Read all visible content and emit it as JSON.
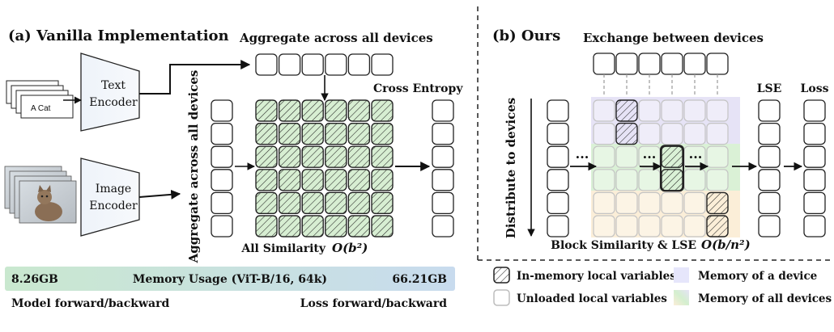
{
  "panel_a": {
    "title": "(a) Vanilla Implementation",
    "aggregate_top": "Aggregate across all devices",
    "aggregate_side": "Aggregate across all devices",
    "cross_entropy": "Cross Entropy",
    "text_encoder": [
      "Text",
      "Encoder"
    ],
    "image_encoder": [
      "Image",
      "Encoder"
    ],
    "card_text": "A Cat",
    "all_similarity": "All Similarity",
    "complexity_a": "O(b²)"
  },
  "panel_b": {
    "title": "(b) Ours",
    "exchange": "Exchange between devices",
    "distribute": "Distribute to devices",
    "lse": "LSE",
    "loss": "Loss",
    "ellipsis": "···",
    "block_similarity": "Block Similarity & LSE",
    "complexity_b": "O(b/n²)"
  },
  "memory_bar": {
    "left_value": "8.26GB",
    "title": "Memory Usage (ViT-B/16, 64k)",
    "right_value": "66.21GB",
    "left_caption": "Model forward/backward",
    "right_caption": "Loss forward/backward"
  },
  "legend": {
    "in_memory": "In-memory local variables",
    "unloaded": "Unloaded local variables",
    "memory_device": "Memory of a device",
    "memory_all": "Memory of all devices"
  },
  "colors": {
    "stroke": "#222222",
    "unloaded_stroke": "#bdbdbd",
    "device_memory": "#e6e6fb",
    "green_tint": "#d4efcf",
    "purple_tint": "#e6e3f6",
    "orange_tint": "#fbeed8",
    "bar_green": "#c9e8cf",
    "bar_blue": "#c8dbee"
  }
}
